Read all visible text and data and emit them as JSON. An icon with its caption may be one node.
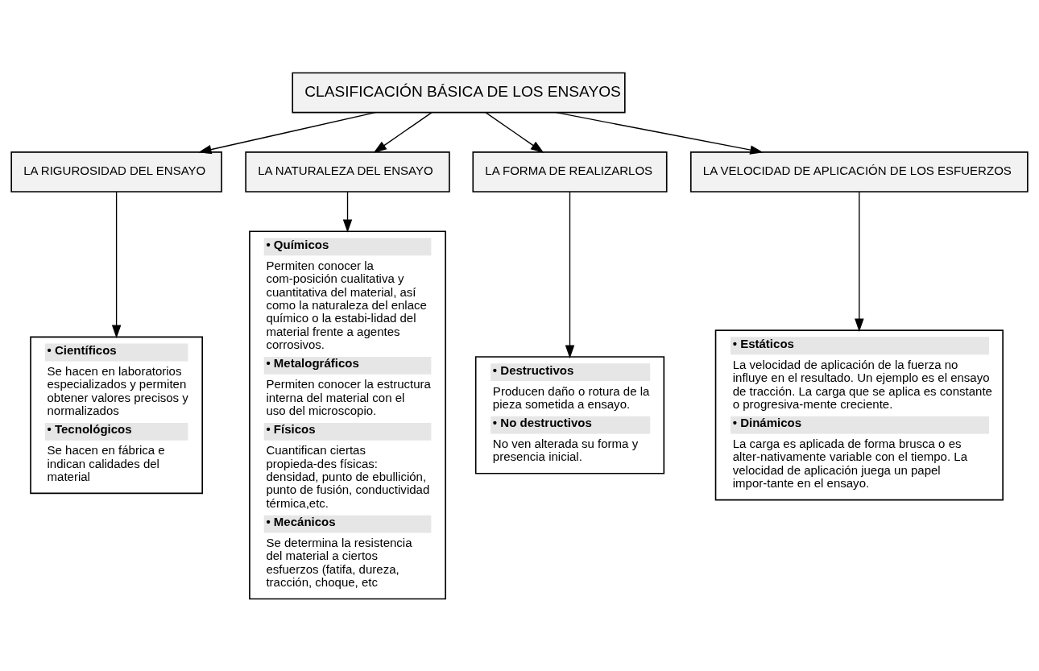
{
  "diagram": {
    "nodes": [
      {
        "text": [
          "CLASIFICACIÓN BÁSICA DE LOS ENSAYOS"
        ]
      },
      {
        "text": [
          "LA RIGUROSIDAD DEL ENSAYO"
        ]
      },
      {
        "text": [
          "LA NATURALEZA DEL ENSAYO"
        ]
      },
      {
        "text": [
          "LA FORMA DE REALIZARLOS"
        ]
      },
      {
        "text": [
          "LA VELOCIDAD DE APLICACIÓN DE LOS ESFUERZOS"
        ]
      },
      {
        "text": [
          "• Científicos",
          "Se hacen en laboratorios especializados y permiten obtener valores precisos y normalizados",
          "• Tecnológicos",
          "Se hacen en fábrica e indican calidades del material"
        ]
      },
      {
        "text": [
          "• Químicos",
          "Permiten conocer la com-posición cualitativa y cuantitativa del material, así como la naturaleza del enlace químico o la estabi-lidad del material frente a agentes corrosivos.",
          "• Metalográficos",
          "Permiten conocer la estructura interna del material con el uso del microscopio.",
          "• Físicos",
          "Cuantifican ciertas propieda-des físicas: densidad, punto de ebullición, punto de fusión, conductividad térmica,etc.",
          "• Mecánicos",
          "Se determina la resistencia del material a ciertos esfuerzos (fatifa, dureza, tracción, choque, etc"
        ]
      },
      {
        "text": [
          "• Destructivos",
          "Producen daño o rotura de la pieza sometida a ensayo.",
          "• No destructivos",
          "No ven alterada su forma y presencia inicial."
        ]
      },
      {
        "text": [
          "• Estáticos",
          "La velocidad de aplicación de la fuerza no influye en el resultado. Un ejemplo es el ensayo de tracción. La carga que se aplica es constante o progresiva-mente creciente.",
          "• Dinámicos",
          "La carga es aplicada de forma brusca o es alter-nativamente variable con el tiempo. La velocidad de aplicación juega un papel impor-tante en el ensayo."
        ]
      }
    ],
    "edges": [
      {
        "from": 0,
        "to": 1,
        "arrow": "to"
      },
      {
        "from": 0,
        "to": 2,
        "arrow": "to"
      },
      {
        "from": 0,
        "to": 3,
        "arrow": "to"
      },
      {
        "from": 0,
        "to": 4,
        "arrow": "to"
      },
      {
        "from": 1,
        "to": 5,
        "arrow": "to"
      },
      {
        "from": 2,
        "to": 6,
        "arrow": "to"
      },
      {
        "from": 3,
        "to": 7,
        "arrow": "to"
      },
      {
        "from": 4,
        "to": 8,
        "arrow": "to"
      }
    ]
  }
}
